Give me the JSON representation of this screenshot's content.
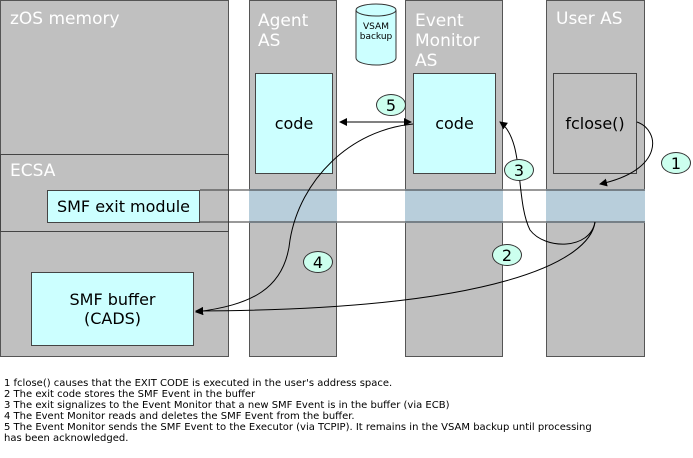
{
  "panels": {
    "zos": "zOS memory",
    "agent": "Agent\nAS",
    "event": "Event\nMonitor\nAS",
    "user": "User AS",
    "vsam": "VSAM\nbackup"
  },
  "ecsa_label": "ECSA",
  "smf_exit_label": "SMF exit module",
  "smf_buffer_label": "SMF buffer\n(CADS)",
  "agent_code_label": "code",
  "event_code_label": "code",
  "user_code_label": "fclose()",
  "steps": [
    "1",
    "2",
    "3",
    "4",
    "5"
  ],
  "legend": [
    "1 fclose() causes that the EXIT CODE is executed in the user's address space.",
    "2 The exit code stores the SMF Event in the buffer",
    "3 The exit signalizes to the Event Monitor that a new SMF Event is in the buffer (via ECB)",
    "4 The Event Monitor reads and deletes the SMF Event from the buffer.",
    "5 The Event Monitor sends the SMF Event to the Executor (via TCPIP). It remains in the VSAM backup until processing\nhas been acknowledged."
  ]
}
